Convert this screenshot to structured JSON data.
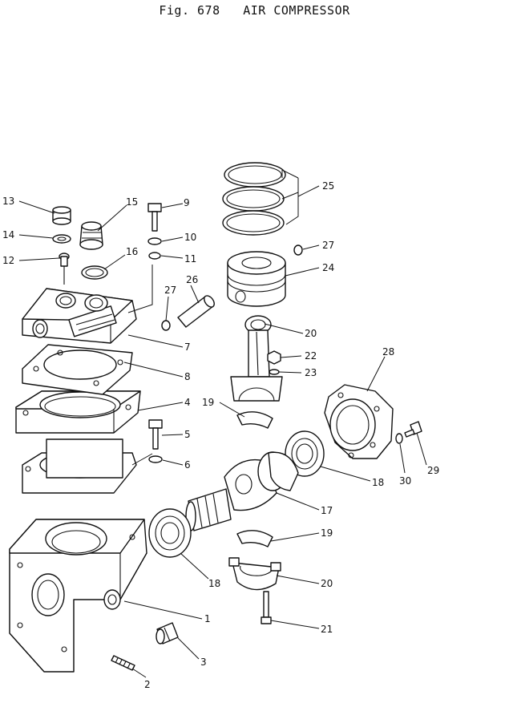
{
  "figure": {
    "number_label": "Fig. 678",
    "title": "AIR COMPRESSOR"
  },
  "callouts": [
    {
      "id": "c1",
      "text": "1"
    },
    {
      "id": "c2",
      "text": "2"
    },
    {
      "id": "c3",
      "text": "3"
    },
    {
      "id": "c4",
      "text": "4"
    },
    {
      "id": "c5",
      "text": "5"
    },
    {
      "id": "c6",
      "text": "6"
    },
    {
      "id": "c7",
      "text": "7"
    },
    {
      "id": "c8",
      "text": "8"
    },
    {
      "id": "c9",
      "text": "9"
    },
    {
      "id": "c10",
      "text": "10"
    },
    {
      "id": "c11",
      "text": "11"
    },
    {
      "id": "c12",
      "text": "12"
    },
    {
      "id": "c13",
      "text": "13"
    },
    {
      "id": "c14",
      "text": "14"
    },
    {
      "id": "c15",
      "text": "15"
    },
    {
      "id": "c16",
      "text": "16"
    },
    {
      "id": "c17",
      "text": "17"
    },
    {
      "id": "c18a",
      "text": "18"
    },
    {
      "id": "c18b",
      "text": "18"
    },
    {
      "id": "c19a",
      "text": "19"
    },
    {
      "id": "c19b",
      "text": "19"
    },
    {
      "id": "c20a",
      "text": "20"
    },
    {
      "id": "c20b",
      "text": "20"
    },
    {
      "id": "c21",
      "text": "21"
    },
    {
      "id": "c22",
      "text": "22"
    },
    {
      "id": "c23",
      "text": "23"
    },
    {
      "id": "c24",
      "text": "24"
    },
    {
      "id": "c25",
      "text": "25"
    },
    {
      "id": "c26",
      "text": "26"
    },
    {
      "id": "c27a",
      "text": "27"
    },
    {
      "id": "c27b",
      "text": "27"
    },
    {
      "id": "c28",
      "text": "28"
    },
    {
      "id": "c29",
      "text": "29"
    },
    {
      "id": "c30",
      "text": "30"
    }
  ]
}
